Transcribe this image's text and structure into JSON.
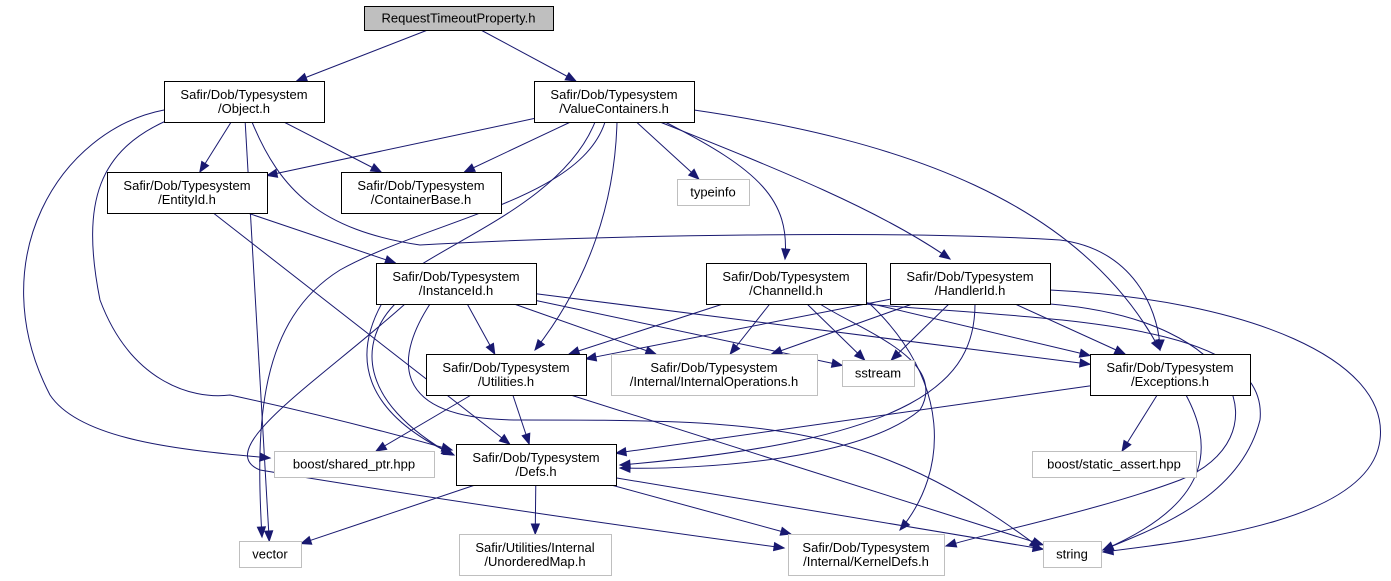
{
  "diagram": {
    "title": "RequestTimeoutProperty.h",
    "type": "include-dependency-graph",
    "colors": {
      "edge": "#191970",
      "root_fill": "#bfbfbf",
      "node_border": "#000000",
      "external_border": "#bfbfbf",
      "background": "#ffffff"
    },
    "nodes": [
      {
        "id": "root",
        "kind": "root",
        "lines": [
          "RequestTimeoutProperty.h"
        ]
      },
      {
        "id": "object",
        "kind": "primary",
        "lines": [
          "Safir/Dob/Typesystem",
          "/Object.h"
        ]
      },
      {
        "id": "valuecontainers",
        "kind": "primary",
        "lines": [
          "Safir/Dob/Typesystem",
          "/ValueContainers.h"
        ]
      },
      {
        "id": "entityid",
        "kind": "primary",
        "lines": [
          "Safir/Dob/Typesystem",
          "/EntityId.h"
        ]
      },
      {
        "id": "containerbase",
        "kind": "primary",
        "lines": [
          "Safir/Dob/Typesystem",
          "/ContainerBase.h"
        ]
      },
      {
        "id": "typeinfo",
        "kind": "external",
        "lines": [
          "typeinfo"
        ]
      },
      {
        "id": "instanceid",
        "kind": "primary",
        "lines": [
          "Safir/Dob/Typesystem",
          "/InstanceId.h"
        ]
      },
      {
        "id": "channelid",
        "kind": "primary",
        "lines": [
          "Safir/Dob/Typesystem",
          "/ChannelId.h"
        ]
      },
      {
        "id": "handlerid",
        "kind": "primary",
        "lines": [
          "Safir/Dob/Typesystem",
          "/HandlerId.h"
        ]
      },
      {
        "id": "utilities",
        "kind": "primary",
        "lines": [
          "Safir/Dob/Typesystem",
          "/Utilities.h"
        ]
      },
      {
        "id": "internalops",
        "kind": "external",
        "lines": [
          "Safir/Dob/Typesystem",
          "/Internal/InternalOperations.h"
        ]
      },
      {
        "id": "sstream",
        "kind": "external",
        "lines": [
          "sstream"
        ]
      },
      {
        "id": "exceptions",
        "kind": "primary",
        "lines": [
          "Safir/Dob/Typesystem",
          "/Exceptions.h"
        ]
      },
      {
        "id": "sharedptr",
        "kind": "external",
        "lines": [
          "boost/shared_ptr.hpp"
        ]
      },
      {
        "id": "defs",
        "kind": "primary",
        "lines": [
          "Safir/Dob/Typesystem",
          "/Defs.h"
        ]
      },
      {
        "id": "staticassert",
        "kind": "external",
        "lines": [
          "boost/static_assert.hpp"
        ]
      },
      {
        "id": "vector",
        "kind": "external",
        "lines": [
          "vector"
        ]
      },
      {
        "id": "unorderedmap",
        "kind": "external",
        "lines": [
          "Safir/Utilities/Internal",
          "/UnorderedMap.h"
        ]
      },
      {
        "id": "kerneldefs",
        "kind": "external",
        "lines": [
          "Safir/Dob/Typesystem",
          "/Internal/KernelDefs.h"
        ]
      },
      {
        "id": "string",
        "kind": "external",
        "lines": [
          "string"
        ]
      }
    ],
    "edges": [
      [
        "root",
        "object"
      ],
      [
        "root",
        "valuecontainers"
      ],
      [
        "object",
        "entityid"
      ],
      [
        "object",
        "containerbase"
      ],
      [
        "object",
        "defs"
      ],
      [
        "object",
        "sharedptr"
      ],
      [
        "object",
        "exceptions"
      ],
      [
        "object",
        "vector"
      ],
      [
        "valuecontainers",
        "containerbase"
      ],
      [
        "valuecontainers",
        "entityid"
      ],
      [
        "valuecontainers",
        "typeinfo"
      ],
      [
        "valuecontainers",
        "channelid"
      ],
      [
        "valuecontainers",
        "handlerid"
      ],
      [
        "valuecontainers",
        "exceptions"
      ],
      [
        "valuecontainers",
        "utilities"
      ],
      [
        "valuecontainers",
        "defs"
      ],
      [
        "valuecontainers",
        "vector"
      ],
      [
        "entityid",
        "instanceid"
      ],
      [
        "entityid",
        "defs"
      ],
      [
        "instanceid",
        "utilities"
      ],
      [
        "instanceid",
        "internalops"
      ],
      [
        "instanceid",
        "sstream"
      ],
      [
        "instanceid",
        "exceptions"
      ],
      [
        "instanceid",
        "defs"
      ],
      [
        "instanceid",
        "kerneldefs"
      ],
      [
        "instanceid",
        "string"
      ],
      [
        "channelid",
        "utilities"
      ],
      [
        "channelid",
        "internalops"
      ],
      [
        "channelid",
        "sstream"
      ],
      [
        "channelid",
        "exceptions"
      ],
      [
        "channelid",
        "defs"
      ],
      [
        "channelid",
        "kerneldefs"
      ],
      [
        "channelid",
        "string"
      ],
      [
        "handlerid",
        "utilities"
      ],
      [
        "handlerid",
        "internalops"
      ],
      [
        "handlerid",
        "sstream"
      ],
      [
        "handlerid",
        "exceptions"
      ],
      [
        "handlerid",
        "defs"
      ],
      [
        "handlerid",
        "kerneldefs"
      ],
      [
        "handlerid",
        "string"
      ],
      [
        "utilities",
        "sharedptr"
      ],
      [
        "utilities",
        "defs"
      ],
      [
        "utilities",
        "string"
      ],
      [
        "exceptions",
        "defs"
      ],
      [
        "exceptions",
        "staticassert"
      ],
      [
        "exceptions",
        "string"
      ],
      [
        "defs",
        "vector"
      ],
      [
        "defs",
        "unorderedmap"
      ],
      [
        "defs",
        "kerneldefs"
      ],
      [
        "defs",
        "string"
      ]
    ]
  }
}
